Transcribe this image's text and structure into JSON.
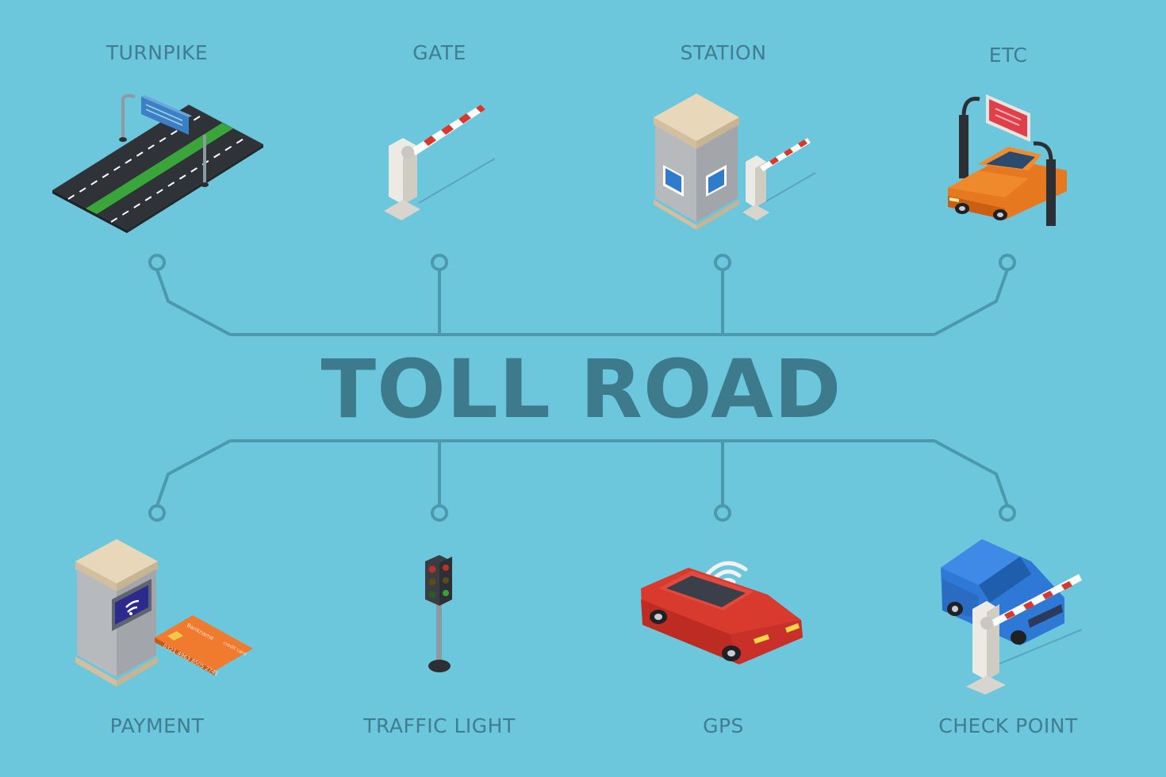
{
  "title": "TOLL ROAD",
  "top_items": [
    {
      "label": "TURNPIKE",
      "icon": "turnpike-icon"
    },
    {
      "label": "GATE",
      "icon": "gate-icon"
    },
    {
      "label": "STATION",
      "icon": "station-icon"
    },
    {
      "label": "ETC",
      "icon": "etc-icon"
    }
  ],
  "bottom_items": [
    {
      "label": "PAYMENT",
      "icon": "payment-icon"
    },
    {
      "label": "TRAFFIC LIGHT",
      "icon": "traffic-light-icon"
    },
    {
      "label": "GPS",
      "icon": "gps-car-icon"
    },
    {
      "label": "CHECK POINT",
      "icon": "check-point-icon"
    }
  ],
  "credit_card": {
    "bank_name": "Bankname",
    "type": "credit card",
    "number": "0321 4963 8505 2741"
  },
  "colors": {
    "background": "#6cc6dc",
    "text": "#3d7a8c",
    "connector": "#4c98ad"
  }
}
